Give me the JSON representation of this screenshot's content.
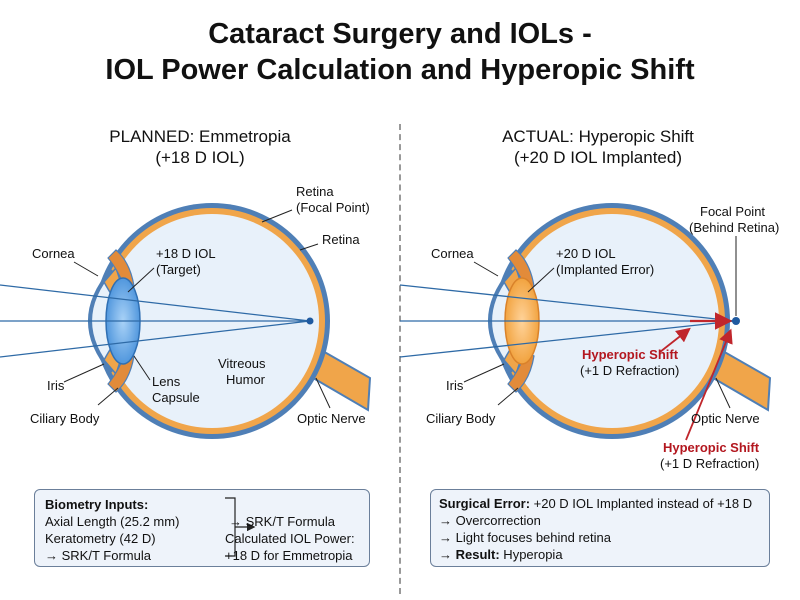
{
  "title": {
    "line1": "Cataract Surgery and IOLs -",
    "line2": "IOL Power Calculation and Hyperopic Shift"
  },
  "left_panel": {
    "heading_line1": "PLANNED: Emmetropia",
    "heading_line2": "(+18 D IOL)",
    "labels": {
      "retina_focal_1": "Retina",
      "retina_focal_2": "(Focal Point)",
      "retina": "Retina",
      "cornea": "Cornea",
      "iol_1": "+18 D IOL",
      "iol_2": "(Target)",
      "vitreous_1": "Vitreous",
      "vitreous_2": "Humor",
      "iris": "Iris",
      "lens_capsule_1": "Lens",
      "lens_capsule_2": "Capsule",
      "ciliary_body": "Ciliary Body",
      "optic_nerve": "Optic Nerve"
    },
    "box": {
      "heading": "Biometry Inputs:",
      "line1": "Axial Length (25.2 mm)",
      "line2": "Keratometry (42 D)",
      "line3": "→ SRK/T Formula",
      "result1": "→ SRK/T Formula",
      "result2": "Calculated IOL Power:",
      "result3": "+18 D for Emmetropia"
    }
  },
  "right_panel": {
    "heading_line1": "ACTUAL: Hyperopic Shift",
    "heading_line2": "(+20 D IOL Implanted)",
    "labels": {
      "focal_behind_1": "Focal Point",
      "focal_behind_2": "(Behind Retina)",
      "cornea": "Cornea",
      "iol_1": "+20 D IOL",
      "iol_2": "(Implanted Error)",
      "shift_inner_1": "Hyperopic Shift",
      "shift_inner_2": "(+1 D Refraction)",
      "iris": "Iris",
      "ciliary_body": "Ciliary Body",
      "optic_nerve": "Optic Nerve",
      "shift_outer_1": "Hyperopic Shift",
      "shift_outer_2": "(+1 D Refraction)"
    },
    "box": {
      "error_label": "Surgical Error:",
      "error_text": " +20 D IOL Implanted instead of +18 D",
      "line1": "→ Overcorrection",
      "line2": "→ Light focuses behind retina",
      "result_prefix": "→ ",
      "result_label": "Result:",
      "result_text": " Hyperopia"
    }
  },
  "colors": {
    "sclera": "#4f7fb6",
    "choroid": "#f0a54a",
    "eye_fill": "#e8f1fa",
    "lens_left": "#5aa2e6",
    "lens_right": "#f5a23c",
    "ray": "#2e6aa6",
    "red": "#c0262c"
  }
}
